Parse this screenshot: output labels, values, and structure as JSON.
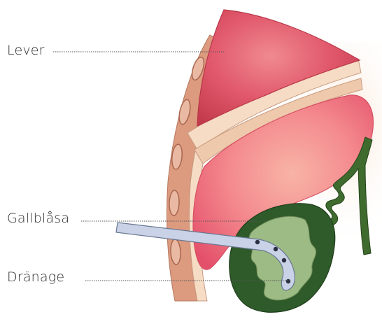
{
  "labels": {
    "lever": "Lever",
    "gallblasa": "Gallblåsa",
    "dranage": "Dränage"
  },
  "colors": {
    "liver_upper": "#d4485a",
    "liver_lower": "#f06a7a",
    "abdominal_wall": "#dc9a7e",
    "wall_lining": "#f6dcc4",
    "gallbladder_outer": "#2f5a2a",
    "gallbladder_inner": "#9dbb84",
    "bile_duct": "#3f6b2e",
    "drain_tube": "#c9d2e6",
    "leader_line": "#555555"
  }
}
